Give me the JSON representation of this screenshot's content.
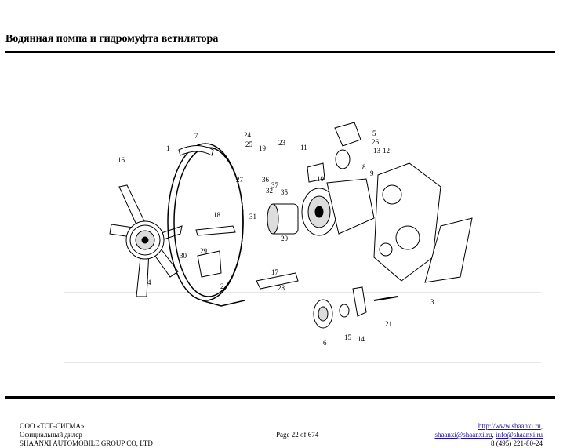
{
  "header": {
    "title": "Водянная помпа и гидромуфта ветилятора"
  },
  "figure": {
    "callouts": [
      "1",
      "2",
      "3",
      "4",
      "5",
      "6",
      "7",
      "8",
      "9",
      "10",
      "11",
      "12",
      "13",
      "14",
      "15",
      "16",
      "17",
      "18",
      "19",
      "20",
      "21",
      "23",
      "24",
      "25",
      "26",
      "27",
      "28",
      "29",
      "30",
      "31",
      "32",
      "35",
      "36",
      "37"
    ]
  },
  "footer": {
    "company": "ООО «ТСГ-СИГМА»",
    "dealer": "Официальный дилер",
    "group": "SHAANXI AUTOMOBILE GROUP CO, LTD",
    "page": "Page 22 of 674",
    "website": "http://www.shaanxi.ru",
    "email1": "shaanxi@shaanxi.ru",
    "email2": "info@shaanxi.ru",
    "phone": "8 (495) 221-80-24"
  }
}
